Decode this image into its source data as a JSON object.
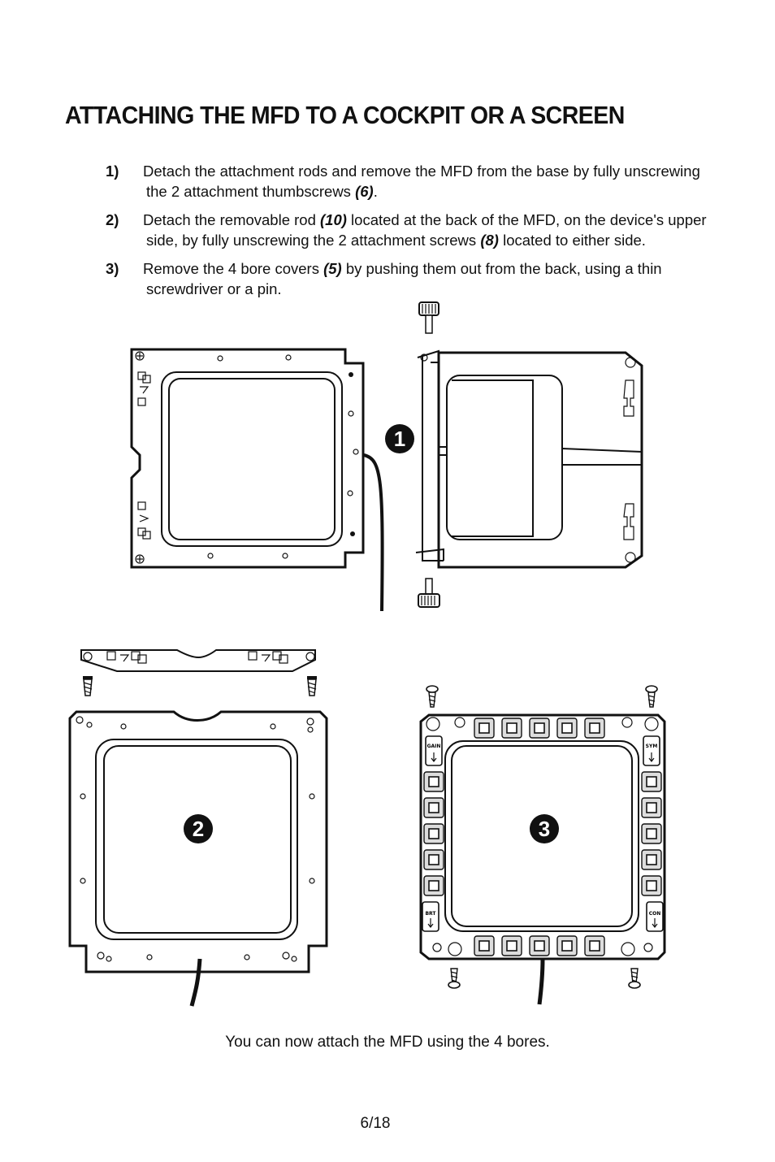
{
  "heading": "ATTACHING THE MFD TO A COCKPIT OR A SCREEN",
  "steps": [
    {
      "num": "1)",
      "line1": "Detach the attachment rods and remove the MFD from the base by fully unscrewing",
      "line2_pre": "the 2 attachment thumbscrews ",
      "ref1": "(6)",
      "line2_post": "."
    },
    {
      "num": "2)",
      "line1_pre": "Detach the removable rod ",
      "ref1": "(10)",
      "line1_post": " located at the back of the MFD, on the device's upper",
      "line2_pre": "side, by fully unscrewing the 2 attachment screws ",
      "ref2": "(8)",
      "line2_post": " located to either side."
    },
    {
      "num": "3)",
      "line1_pre": "Remove the 4 bore covers ",
      "ref1": "(5)",
      "line1_post": " by pushing them out from the back, using a thin",
      "line2": "screwdriver or a pin."
    }
  ],
  "figure": {
    "badges": [
      "1",
      "2",
      "3"
    ],
    "button_labels": {
      "gain": "GAIN",
      "sym": "SYM",
      "brt": "BRT",
      "con": "CON"
    }
  },
  "caption": "You can now attach the MFD using the 4 bores.",
  "page_number": "6/18"
}
